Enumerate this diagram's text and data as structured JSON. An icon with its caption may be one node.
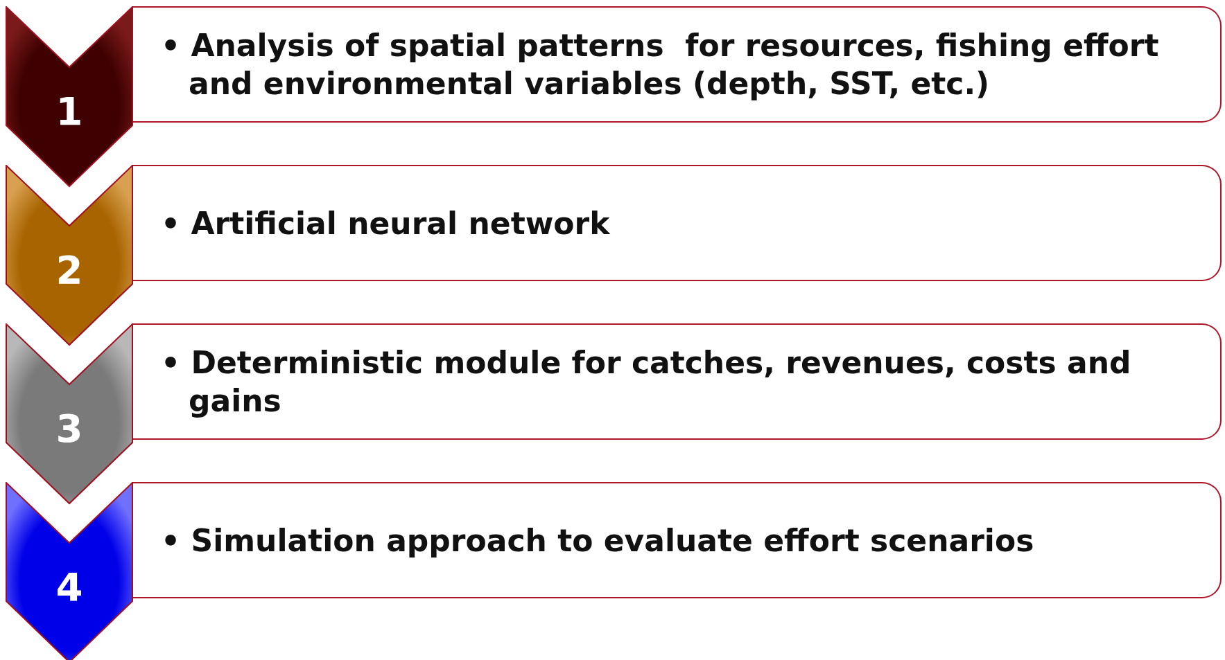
{
  "diagram": {
    "nodes": [
      {
        "text": [
          "1"
        ]
      },
      {
        "text": [
          "• Analysis of spatial patterns  for resources, fishing effort and environmental variables (depth, SST, etc.)"
        ]
      },
      {
        "text": [
          "2"
        ]
      },
      {
        "text": [
          "• Artificial neural network"
        ]
      },
      {
        "text": [
          "3"
        ]
      },
      {
        "text": [
          "• Deterministic module for catches, revenues, costs and gains"
        ]
      },
      {
        "text": [
          "4"
        ]
      },
      {
        "text": [
          "• Simulation approach to evaluate effort scenarios"
        ]
      }
    ]
  }
}
